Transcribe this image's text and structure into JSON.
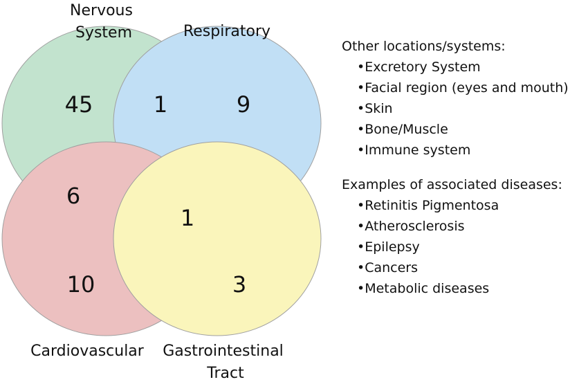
{
  "sets": {
    "nervous": {
      "label_lines": [
        "Nervous",
        "System"
      ],
      "color": "#9ed3b1"
    },
    "respiratory": {
      "label_lines": [
        "Respiratory"
      ],
      "color": "#9ccdef"
    },
    "cardiovascular": {
      "label_lines": [
        "Cardiovascular"
      ],
      "color": "#e29a9a"
    },
    "gastrointestinal": {
      "label_lines": [
        "Gastrointestinal",
        "Tract"
      ],
      "color": "#f7ef93"
    }
  },
  "regions": {
    "nervous_only": "45",
    "nervous_respiratory": "1",
    "respiratory_only": "9",
    "nervous_cardiovascular": "6",
    "center": "1",
    "cardiovascular_only": "10",
    "gastrointestinal_only": "3"
  },
  "other_systems": {
    "heading": "Other locations/systems:",
    "items": [
      "Excretory System",
      "Facial region (eyes and mouth)",
      "Skin",
      "Bone/Muscle",
      "Immune system"
    ]
  },
  "diseases": {
    "heading": "Examples of associated diseases:",
    "items": [
      "Retinitis Pigmentosa",
      "Atherosclerosis",
      "Epilepsy",
      "Cancers",
      "Metabolic diseases"
    ]
  }
}
